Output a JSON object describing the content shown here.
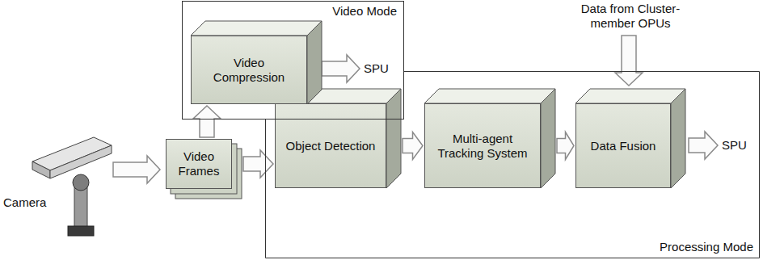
{
  "diagram": {
    "nodes": [
      {
        "text": [
          "Video Mode"
        ]
      },
      {
        "text": [
          "Video Compression"
        ],
        "in": 0
      },
      {
        "text": [
          "Video Frames"
        ]
      },
      {
        "text": [
          "Processing Mode"
        ]
      },
      {
        "text": [
          "Object Detection"
        ],
        "in": 3
      },
      {
        "text": [
          "Multi-agent Tracking System"
        ],
        "in": 3
      },
      {
        "text": [
          "Data Fusion"
        ],
        "in": 3
      }
    ],
    "edges": [
      {
        "from": 2,
        "to": 1,
        "arrow": "to"
      },
      {
        "from": 2,
        "to": 4,
        "arrow": "to"
      },
      {
        "from": 4,
        "to": 5,
        "arrow": "to"
      },
      {
        "from": 5,
        "to": 6,
        "arrow": "to"
      }
    ],
    "labels": [
      "Data from Cluster-member OPUs",
      "SPU",
      "SPU",
      "Camera"
    ]
  }
}
